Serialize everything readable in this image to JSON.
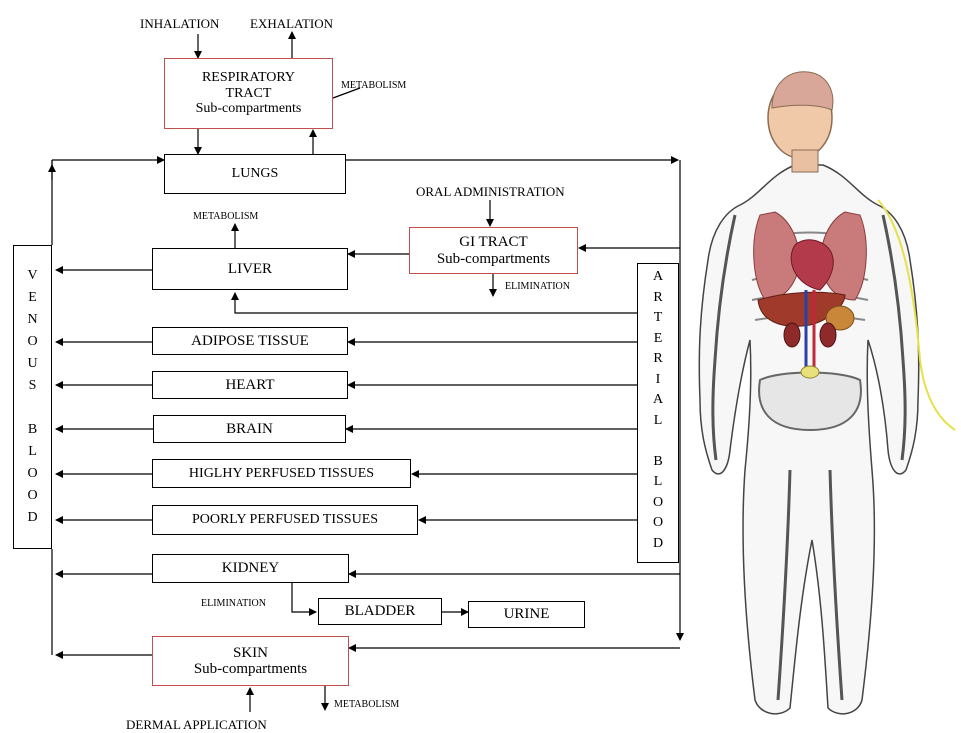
{
  "inputs": {
    "inhalation": "INHALATION",
    "exhalation": "EXHALATION",
    "oral_administration": "ORAL ADMINISTRATION",
    "dermal_application": "DERMAL APPLICATION"
  },
  "outputs": {
    "metabolism": "METABOLISM",
    "elimination": "ELIMINATION"
  },
  "compartments": {
    "respiratory_tract": {
      "line1": "RESPIRATORY",
      "line2": "TRACT",
      "line3": "Sub-compartments"
    },
    "lungs": "LUNGS",
    "gi_tract": {
      "line1": "GI TRACT",
      "line2": "Sub-compartments"
    },
    "liver": "LIVER",
    "adipose": "ADIPOSE TISSUE",
    "heart": "HEART",
    "brain": "BRAIN",
    "highly_perfused": "HIGLHY PERFUSED TISSUES",
    "poorly_perfused": "POORLY PERFUSED TISSUES",
    "kidney": "KIDNEY",
    "bladder": "BLADDER",
    "urine": "URINE",
    "skin": {
      "line1": "SKIN",
      "line2": "Sub-compartments"
    }
  },
  "venous_blood": [
    "V",
    "E",
    "N",
    "O",
    "U",
    "S",
    "",
    "B",
    "L",
    "O",
    "O",
    "D"
  ],
  "arterial_blood": [
    "A",
    "R",
    "T",
    "E",
    "R",
    "I",
    "A",
    "L",
    "",
    "B",
    "L",
    "O",
    "O",
    "D"
  ],
  "colors": {
    "red_border": "#c0504d",
    "line": "#000000"
  }
}
